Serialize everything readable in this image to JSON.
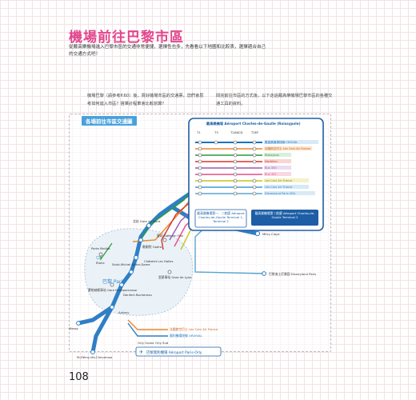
{
  "page": {
    "title": "機場前往巴黎市區",
    "intro": "從戴高樂機場進入巴黎市區的交通非常便捷，選擇性也多，先看看以下地圖和比較表，選擇適合自己的交通方式吧！",
    "para_left": "機場巴黎（請參考P.60）後，買好機場市區的交通票，您們會思考如何進入市區？搭乘計程車會比較划算？",
    "para_right": "問完前往市區的方式後，以下走過戴高樂機場巴黎市區的各種交通工具的資料。",
    "page_number": "108"
  },
  "map": {
    "title": "各場前往市區交通圖",
    "cdg_header": "戴高樂機場 Aéroport Charles-de-Gaulle (Roissypole)",
    "ticket_cols": [
      "T1",
      "T3",
      "T2ABCD",
      "T2EF"
    ],
    "legend": [
      {
        "label": "戴高樂機場快線 CDGVAL",
        "color": "#1a73c1"
      },
      {
        "label": "法國航空巴士 Les Cars Air France",
        "color": "#e8882e"
      },
      {
        "label": "Roissybus",
        "color": "#2a9a3a"
      },
      {
        "label": "Noctilien",
        "color": "#d8352a"
      },
      {
        "label": "Bus 350",
        "color": "#9b59b6"
      },
      {
        "label": "Bus 351",
        "color": "#e84b8a"
      },
      {
        "label": "Les Cars Air France",
        "color": "#c8c21f"
      },
      {
        "label": "Les Cars Air France",
        "color": "#3e9bd8"
      },
      {
        "label": "Disneyland Paris VEA",
        "color": "#5aa5d0"
      }
    ],
    "t1_box": "戴高樂機場第一、二航廈 Aéroport Charles-de-Gaulle Terminal 1, Terminal 2",
    "t2_box": "戴高樂機場第二航廈 Aéroport Charles-de-Gaulle Terminal 2",
    "stations": {
      "gare_du_nord": "北站 Gare du Nord",
      "gare_est": "東站 Gare de l'Est",
      "opera": "歌劇院 Opéra",
      "porte_maillot": "Porte Maillot",
      "etoile": "Étoile",
      "chatelet": "Châtelet Les Halles",
      "st_michel": "Saint-Michel Notre-Dame",
      "gare_lyon": "里昂車站 Gare de Lyon",
      "montparnasse": "蒙帕納斯車站 Gare Montparnasse",
      "denfert": "Denfert-Rochereau",
      "antony": "Antony",
      "massy": "Massy",
      "st_remy": "St-Rémy-lès-Chevreuse",
      "mitry": "Mitry-Claye",
      "disney": "巴黎迪士尼樂園 Disneyland Paris",
      "paris": "巴黎 Paris",
      "orly_air_france": "法國航空巴士 Les Cars Air France",
      "orlyval": "奧利機場快線 ORLYVAL",
      "orly_ouest": "Orly Ouest",
      "orly_sud": "Orly Sud",
      "orly_airport": "巴黎奧利機場 Aéroport Paris-Orly"
    }
  }
}
